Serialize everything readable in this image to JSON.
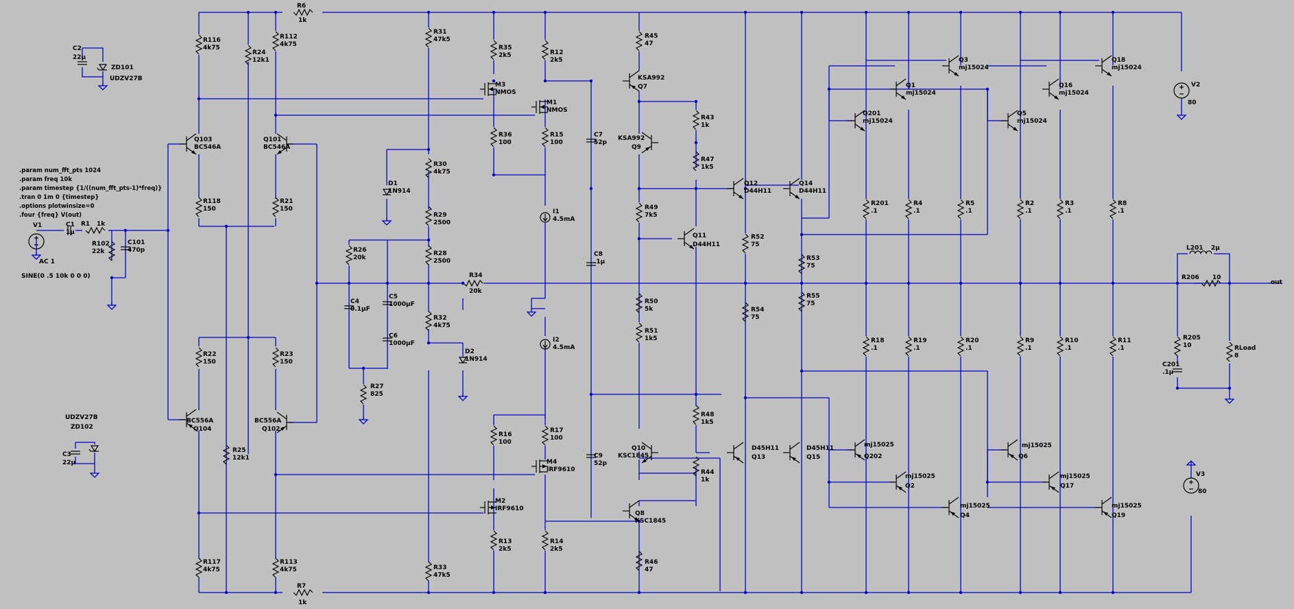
{
  "directives": [
    ".param num_fft_pts 1024",
    ".param freq 10k",
    ".param timestep {1/((num_fft_pts-1)*freq)}",
    ".tran 0 1m 0 {timestep}",
    ".options plotwinsize=0",
    ".four {freq} V(out)"
  ],
  "colors": {
    "background": "#c0c0c0",
    "wire": "#0000c8",
    "component": "#000000"
  },
  "output_net": "out",
  "sources": {
    "V1": {
      "name": "V1",
      "ac": "AC 1",
      "sine": "SINE(0 .5 10k 0 0 0)"
    },
    "V2": {
      "name": "V2",
      "value": "80"
    },
    "V3": {
      "name": "V3",
      "value": "80"
    }
  },
  "resistors": [
    {
      "name": "R6",
      "value": "1k"
    },
    {
      "name": "R7",
      "value": "1k"
    },
    {
      "name": "R1",
      "value": "1k"
    },
    {
      "name": "R102",
      "value": "22k"
    },
    {
      "name": "R116",
      "value": "4k75"
    },
    {
      "name": "R24",
      "value": "12k1"
    },
    {
      "name": "R112",
      "value": "4k75"
    },
    {
      "name": "R118",
      "value": "150"
    },
    {
      "name": "R21",
      "value": "150"
    },
    {
      "name": "R22",
      "value": "150"
    },
    {
      "name": "R23",
      "value": "150"
    },
    {
      "name": "R25",
      "value": "12k1"
    },
    {
      "name": "R117",
      "value": "4k75"
    },
    {
      "name": "R113",
      "value": "4k75"
    },
    {
      "name": "R31",
      "value": "47k5"
    },
    {
      "name": "R30",
      "value": "4k75"
    },
    {
      "name": "R29",
      "value": "2500"
    },
    {
      "name": "R28",
      "value": "2500"
    },
    {
      "name": "R26",
      "value": "20k"
    },
    {
      "name": "R27",
      "value": "825"
    },
    {
      "name": "R32",
      "value": "4k75"
    },
    {
      "name": "R33",
      "value": "47k5"
    },
    {
      "name": "R34",
      "value": "20k"
    },
    {
      "name": "R35",
      "value": "2k5"
    },
    {
      "name": "R36",
      "value": "100"
    },
    {
      "name": "R12",
      "value": "2k5"
    },
    {
      "name": "R15",
      "value": "100"
    },
    {
      "name": "R16",
      "value": "100"
    },
    {
      "name": "R17",
      "value": "100"
    },
    {
      "name": "R13",
      "value": "2k5"
    },
    {
      "name": "R14",
      "value": "2k5"
    },
    {
      "name": "R45",
      "value": "47"
    },
    {
      "name": "R43",
      "value": "1k"
    },
    {
      "name": "R47",
      "value": "1k5"
    },
    {
      "name": "R49",
      "value": "7k5"
    },
    {
      "name": "R50",
      "value": "5k"
    },
    {
      "name": "R51",
      "value": "1k5"
    },
    {
      "name": "R48",
      "value": "1k5"
    },
    {
      "name": "R44",
      "value": "1k"
    },
    {
      "name": "R46",
      "value": "47"
    },
    {
      "name": "R52",
      "value": "75"
    },
    {
      "name": "R53",
      "value": "75"
    },
    {
      "name": "R54",
      "value": "75"
    },
    {
      "name": "R55",
      "value": "75"
    },
    {
      "name": "R201",
      "value": ".1"
    },
    {
      "name": "R4",
      "value": ".1"
    },
    {
      "name": "R5",
      "value": ".1"
    },
    {
      "name": "R2",
      "value": ".1"
    },
    {
      "name": "R3",
      "value": ".1"
    },
    {
      "name": "R8",
      "value": ".1"
    },
    {
      "name": "R18",
      "value": ".1"
    },
    {
      "name": "R19",
      "value": ".1"
    },
    {
      "name": "R20",
      "value": ".1"
    },
    {
      "name": "R9",
      "value": ".1"
    },
    {
      "name": "R10",
      "value": ".1"
    },
    {
      "name": "R11",
      "value": ".1"
    },
    {
      "name": "R206",
      "value": "10"
    },
    {
      "name": "R205",
      "value": "10"
    },
    {
      "name": "RLoad",
      "value": "8"
    }
  ],
  "capacitors": [
    {
      "name": "C1",
      "value": "1µ"
    },
    {
      "name": "C101",
      "value": "470p"
    },
    {
      "name": "C2",
      "value": "22µ"
    },
    {
      "name": "C3",
      "value": "22µ"
    },
    {
      "name": "C4",
      "value": "0.1µF"
    },
    {
      "name": "C5",
      "value": "1000µF"
    },
    {
      "name": "C6",
      "value": "1000µF"
    },
    {
      "name": "C7",
      "value": "52p"
    },
    {
      "name": "C8",
      "value": ".1µ"
    },
    {
      "name": "C9",
      "value": "52p"
    },
    {
      "name": "C201",
      "value": ".1µ"
    }
  ],
  "inductors": [
    {
      "name": "L201",
      "value": "2µ"
    }
  ],
  "diodes": [
    {
      "name": "D1",
      "model": "1N914"
    },
    {
      "name": "D2",
      "model": "1N914"
    },
    {
      "name": "ZD101",
      "model": "UDZV27B"
    },
    {
      "name": "ZD102",
      "model": "UDZV27B"
    }
  ],
  "current_sources": [
    {
      "name": "I1",
      "value": "4.5mA"
    },
    {
      "name": "I2",
      "value": "4.5mA"
    }
  ],
  "transistors": [
    {
      "name": "Q103",
      "model": "BC546A"
    },
    {
      "name": "Q101",
      "model": "BC546A"
    },
    {
      "name": "Q104",
      "model": "BC556A"
    },
    {
      "name": "Q102",
      "model": "BC556A"
    },
    {
      "name": "M3",
      "model": "NMOS"
    },
    {
      "name": "M1",
      "model": "NMOS"
    },
    {
      "name": "M4",
      "model": "IRF9610"
    },
    {
      "name": "M2",
      "model": "IRF9610"
    },
    {
      "name": "Q7",
      "model": "KSA992"
    },
    {
      "name": "Q9",
      "model": "KSA992"
    },
    {
      "name": "Q10",
      "model": "KSC1845"
    },
    {
      "name": "Q8",
      "model": "KSC1845"
    },
    {
      "name": "Q11",
      "model": "D44H11"
    },
    {
      "name": "Q12",
      "model": "D44H11"
    },
    {
      "name": "Q14",
      "model": "D44H11"
    },
    {
      "name": "Q13",
      "model": "D45H11"
    },
    {
      "name": "Q15",
      "model": "D45H11"
    },
    {
      "name": "Q1",
      "model": "mj15024"
    },
    {
      "name": "Q3",
      "model": "mj15024"
    },
    {
      "name": "Q201",
      "model": "mj15024"
    },
    {
      "name": "Q5",
      "model": "mj15024"
    },
    {
      "name": "Q16",
      "model": "mj15024"
    },
    {
      "name": "Q18",
      "model": "mj15024"
    },
    {
      "name": "Q202",
      "model": "mj15025"
    },
    {
      "name": "Q2",
      "model": "mj15025"
    },
    {
      "name": "Q4",
      "model": "mj15025"
    },
    {
      "name": "Q6",
      "model": "mj15025"
    },
    {
      "name": "Q17",
      "model": "mj15025"
    },
    {
      "name": "Q19",
      "model": "mj15025"
    }
  ]
}
